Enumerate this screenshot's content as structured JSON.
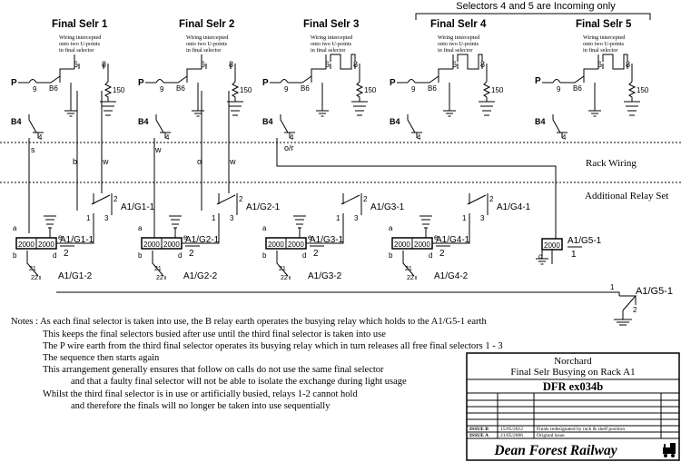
{
  "selectors": [
    {
      "title": "Final Selr 1",
      "note": [
        "Wiring intercepted",
        "onto two U-points",
        "in final selector"
      ],
      "wire_left": "s",
      "wire_mid1": "b",
      "wire_mid2": "w"
    },
    {
      "title": "Final Selr 2",
      "note": [
        "Wiring intercepted",
        "onto two U-points",
        "in final selector"
      ],
      "wire_left": "w",
      "wire_mid1": "o",
      "wire_mid2": "w"
    },
    {
      "title": "Final Selr 3",
      "note": [
        "Wiring intercepted",
        "onto two U-points",
        "in final selector"
      ],
      "wire_left": "o/r"
    },
    {
      "title": "Final Selr 4",
      "note": [
        "Wiring intercepted",
        "onto two U-points",
        "in final selector"
      ]
    },
    {
      "title": "Final Selr 5",
      "note": [
        "Wiring intercepted",
        "onto two U-points",
        "in final selector"
      ]
    }
  ],
  "incoming_note": "Selectors 4 and 5 are Incoming only",
  "contact_labels": {
    "p": "P",
    "nine": "9",
    "b6": "B6",
    "six": "6",
    "eight": "8",
    "r150": "150",
    "b4": "B4",
    "four": "4"
  },
  "zones": {
    "rack": "Rack Wiring",
    "relay": "Additional Relay Set"
  },
  "relays": [
    {
      "contact1": "A1/G1-1",
      "coil": "A1/G1-1",
      "coil_n": "2",
      "contact2": "A1/G1-2"
    },
    {
      "contact1": "A1/G2-1",
      "coil": "A1/G2-1",
      "coil_n": "2",
      "contact2": "A1/G2-2"
    },
    {
      "contact1": "A1/G3-1",
      "coil": "A1/G3-1",
      "coil_n": "2",
      "contact2": "A1/G3-2"
    },
    {
      "contact1": "A1/G4-1",
      "coil": "A1/G4-1",
      "coil_n": "2",
      "contact2": "A1/G4-2"
    },
    {
      "coil": "A1/G5-1",
      "coil_n": "1"
    }
  ],
  "relay_small": {
    "a": "a",
    "b": "b",
    "c": "c",
    "d": "d",
    "e": "e",
    "res": "2000",
    "n1": "1",
    "n2": "2",
    "n3": "3",
    "n21": "21",
    "n22": "22"
  },
  "g5_contact": "A1/G5-1",
  "notes": [
    "Notes :  As each final selector is taken into use, the B relay earth operates the busying relay which holds to the A1/G5-1 earth",
    "This keeps the final selectors busied after use until the third final selector is taken into use",
    "The P wire earth from the third final selector operates its busying relay which in turn releases all free final selectors 1 - 3",
    "The sequence then starts again",
    "This arrangement generally ensures that follow on calls do not use the same final selector",
    "and that a faulty final selector will not be able to isolate the exchange during light usage",
    "Whilst the third final selector is in use or artificially busied, relays 1-2 cannot hold",
    "and therefore the finals will no longer be taken into use sequentially"
  ],
  "title_block": {
    "site": "Norchard",
    "title": "Final Selr Busying on Rack A1",
    "ref": "DFR  ex034b",
    "issues": [
      {
        "issue": "ISSUE B",
        "date": "15/05/2012",
        "desc": "Finals redesignated by rack & shelf position"
      },
      {
        "issue": "ISSUE A",
        "date": "21/05/2006",
        "desc": "Original issue"
      }
    ],
    "railway": "Dean Forest Railway"
  }
}
